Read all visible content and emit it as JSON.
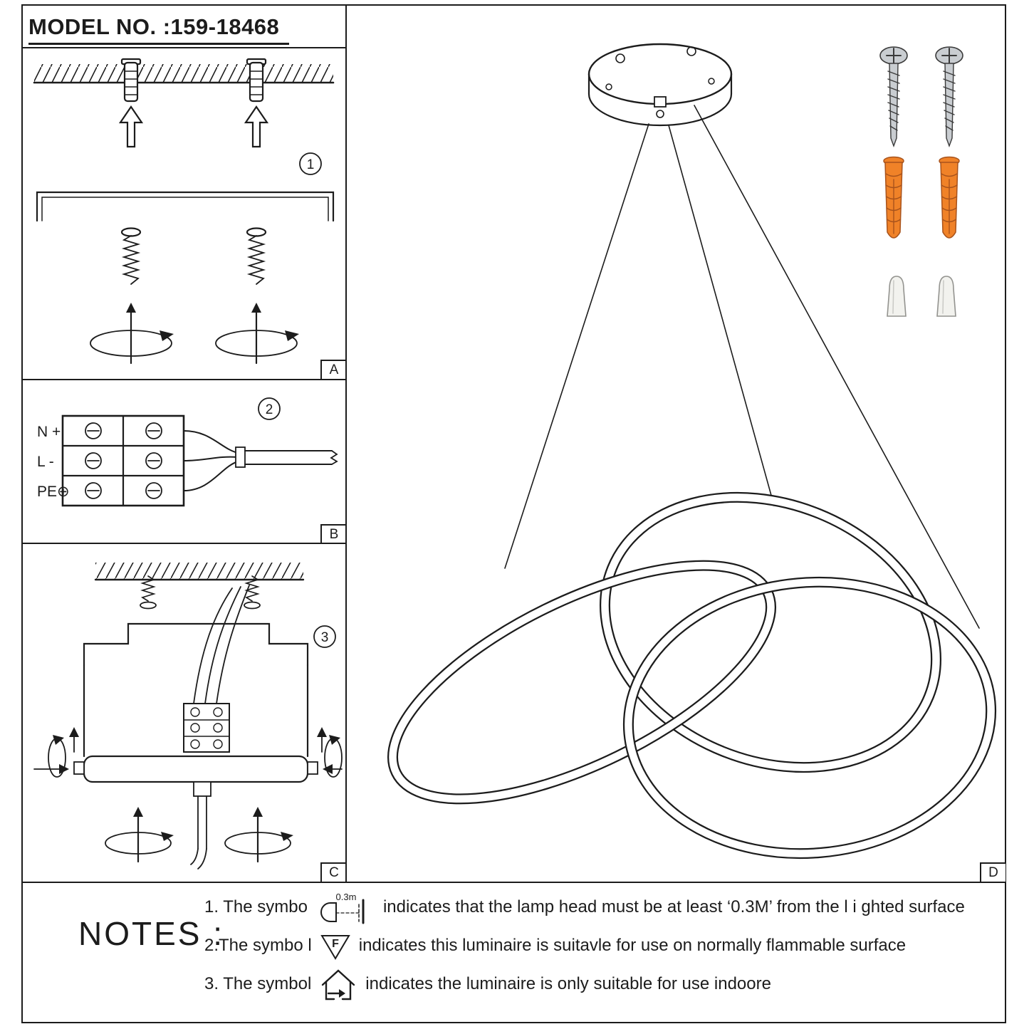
{
  "title": {
    "model_label": "MODEL NO. :159-18468"
  },
  "panels": {
    "a": {
      "step": "1",
      "tab": "A"
    },
    "b": {
      "step": "2",
      "tab": "B",
      "terminals": [
        "N +",
        "L -",
        "PE⊕"
      ]
    },
    "c": {
      "step": "3",
      "tab": "C"
    },
    "d": {
      "tab": "D"
    }
  },
  "notes": {
    "title": "NOTES :",
    "items": [
      {
        "prefix": "1. The symbo",
        "icon_label": "0.3m",
        "suffix": "indicates that the lamp head must be at least ‘0.3M’ from the l i ghted surface"
      },
      {
        "prefix": "2.The symbo l",
        "icon_label": "F",
        "suffix": "indicates this luminaire is suitavle for use on normally flammable surface"
      },
      {
        "prefix": "3. The symbol",
        "suffix": "indicates the luminaire is only suitable for use indoore"
      }
    ]
  },
  "colors": {
    "line": "#1c1c1c",
    "plug_orange": "#f08228",
    "screw_gray": "#c9cdd1",
    "connector_white": "#f2f2ee"
  }
}
